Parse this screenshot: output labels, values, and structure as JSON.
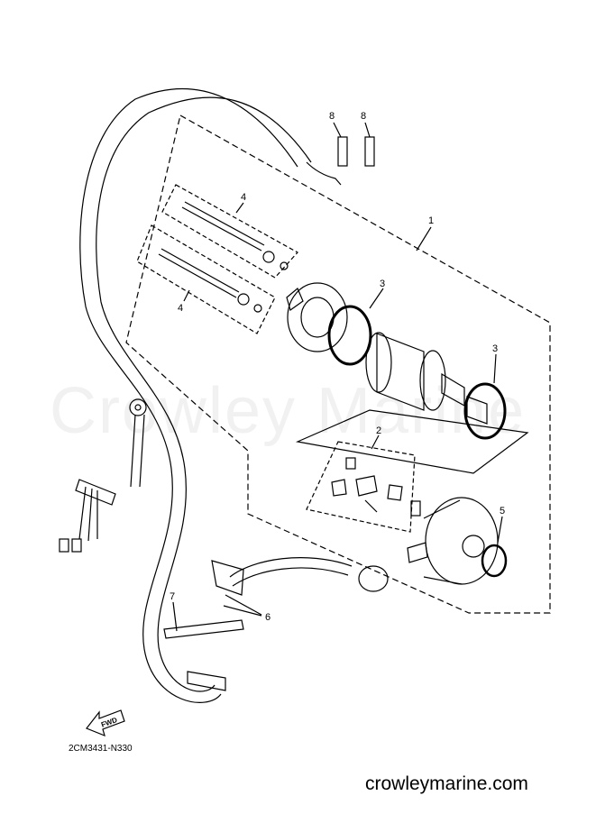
{
  "callouts": {
    "c1": "1",
    "c2": "2",
    "c3a": "3",
    "c3b": "3",
    "c4a": "4",
    "c4b": "4",
    "c5": "5",
    "c6": "6",
    "c7": "7",
    "c8a": "8",
    "c8b": "8"
  },
  "watermark": "Crowley Marine",
  "diagram_code": "2CM3431-N330",
  "fwd_label": "FWD",
  "footer_url": "crowleymarine.com"
}
